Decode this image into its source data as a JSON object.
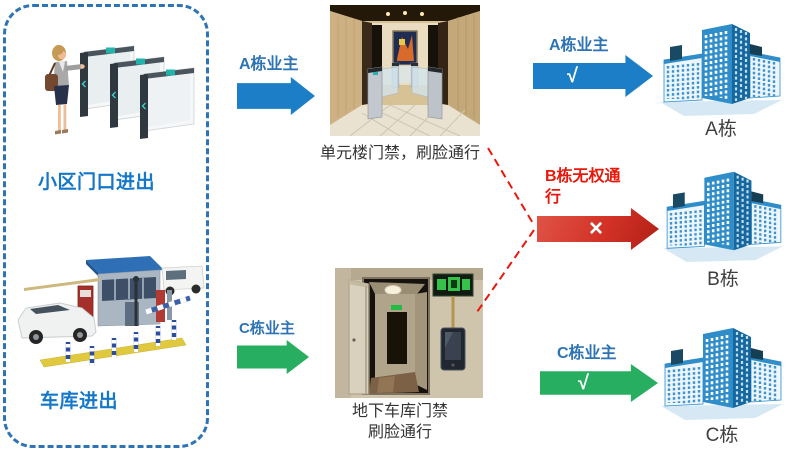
{
  "colors": {
    "border_blue": "#2E74B5",
    "label_blue": "#1577C8",
    "arrow_blue": "#1B7EC6",
    "arrow_green": "#27AE60",
    "red": "#E8190C",
    "red_arrow_light": "#E05548",
    "red_arrow_dark": "#B01F15",
    "caption": "#333333",
    "building_label": "#3F3F3F"
  },
  "left_group": {
    "entrance": {
      "illustration": "turnstile-gate-with-woman",
      "label": "小区门口进出"
    },
    "garage": {
      "illustration": "parking-barrier-booth",
      "label": "车库进出"
    }
  },
  "middle": {
    "unit_door": {
      "photo": "lobby-speed-gate-photo",
      "caption": "单元楼门禁，刷脸通行"
    },
    "garage_door": {
      "photo": "basement-garage-door-photo",
      "caption_line1": "地下车库门禁",
      "caption_line2": "刷脸通行"
    }
  },
  "arrows": {
    "a_in": {
      "label": "A栋业主"
    },
    "c_in": {
      "label": "C栋业主"
    },
    "a_out": {
      "label": "A栋业主",
      "mark": "√"
    },
    "b_denied": {
      "label": "B栋无权通行",
      "mark": "×"
    },
    "c_out": {
      "label": "C栋业主",
      "mark": "√"
    }
  },
  "buildings": [
    {
      "label": "A栋"
    },
    {
      "label": "B栋"
    },
    {
      "label": "C栋"
    }
  ]
}
